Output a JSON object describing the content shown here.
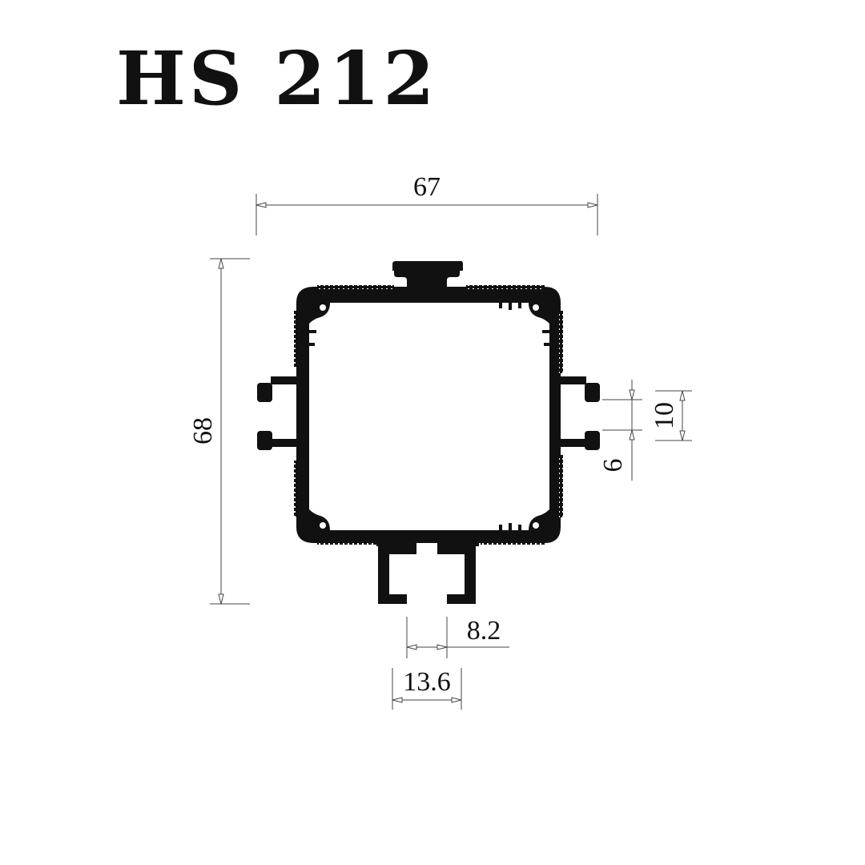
{
  "title": "HS 212",
  "colors": {
    "profile": "#111111",
    "background": "#ffffff",
    "dimension_line": "#444444"
  },
  "dimensions": {
    "overall_width": "67",
    "overall_height": "68",
    "right_slot_opening": "6",
    "right_slot_width": "10",
    "bottom_slot_opening": "8.2",
    "bottom_slot_width": "13.6"
  }
}
